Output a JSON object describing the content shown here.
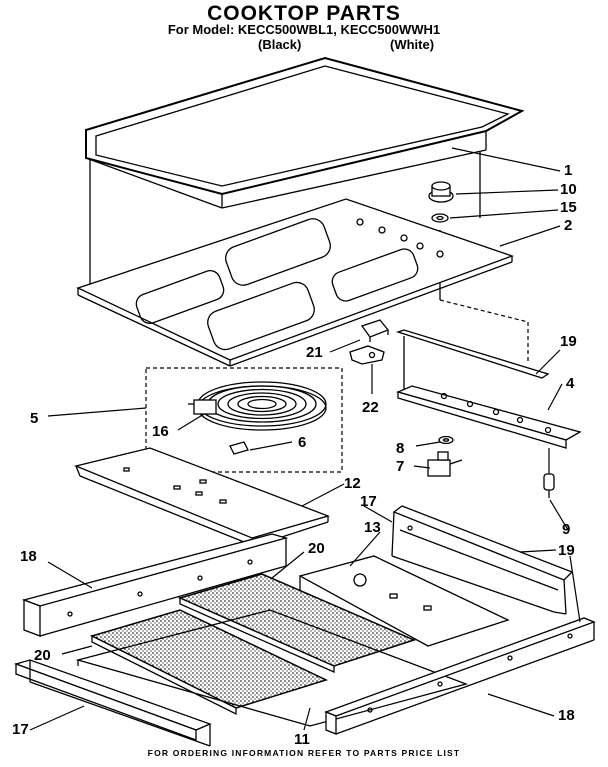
{
  "header": {
    "title": "COOKTOP PARTS",
    "model_line": "For Model: KECC500WBL1, KECC500WWH1",
    "variant_black": "(Black)",
    "variant_white": "(White)"
  },
  "callouts": {
    "c1": "1",
    "c10": "10",
    "c15": "15",
    "c2": "2",
    "c19a": "19",
    "c4": "4",
    "c21": "21",
    "c22": "22",
    "c5": "5",
    "c16": "16",
    "c6": "6",
    "c8": "8",
    "c7": "7",
    "c12": "12",
    "c17a": "17",
    "c9": "9",
    "c13": "13",
    "c19b": "19",
    "c18a": "18",
    "c20a": "20",
    "c20b": "20",
    "c17b": "17",
    "c11": "11",
    "c18b": "18"
  },
  "footer": {
    "note": "FOR ORDERING INFORMATION REFER TO PARTS PRICE LIST"
  }
}
